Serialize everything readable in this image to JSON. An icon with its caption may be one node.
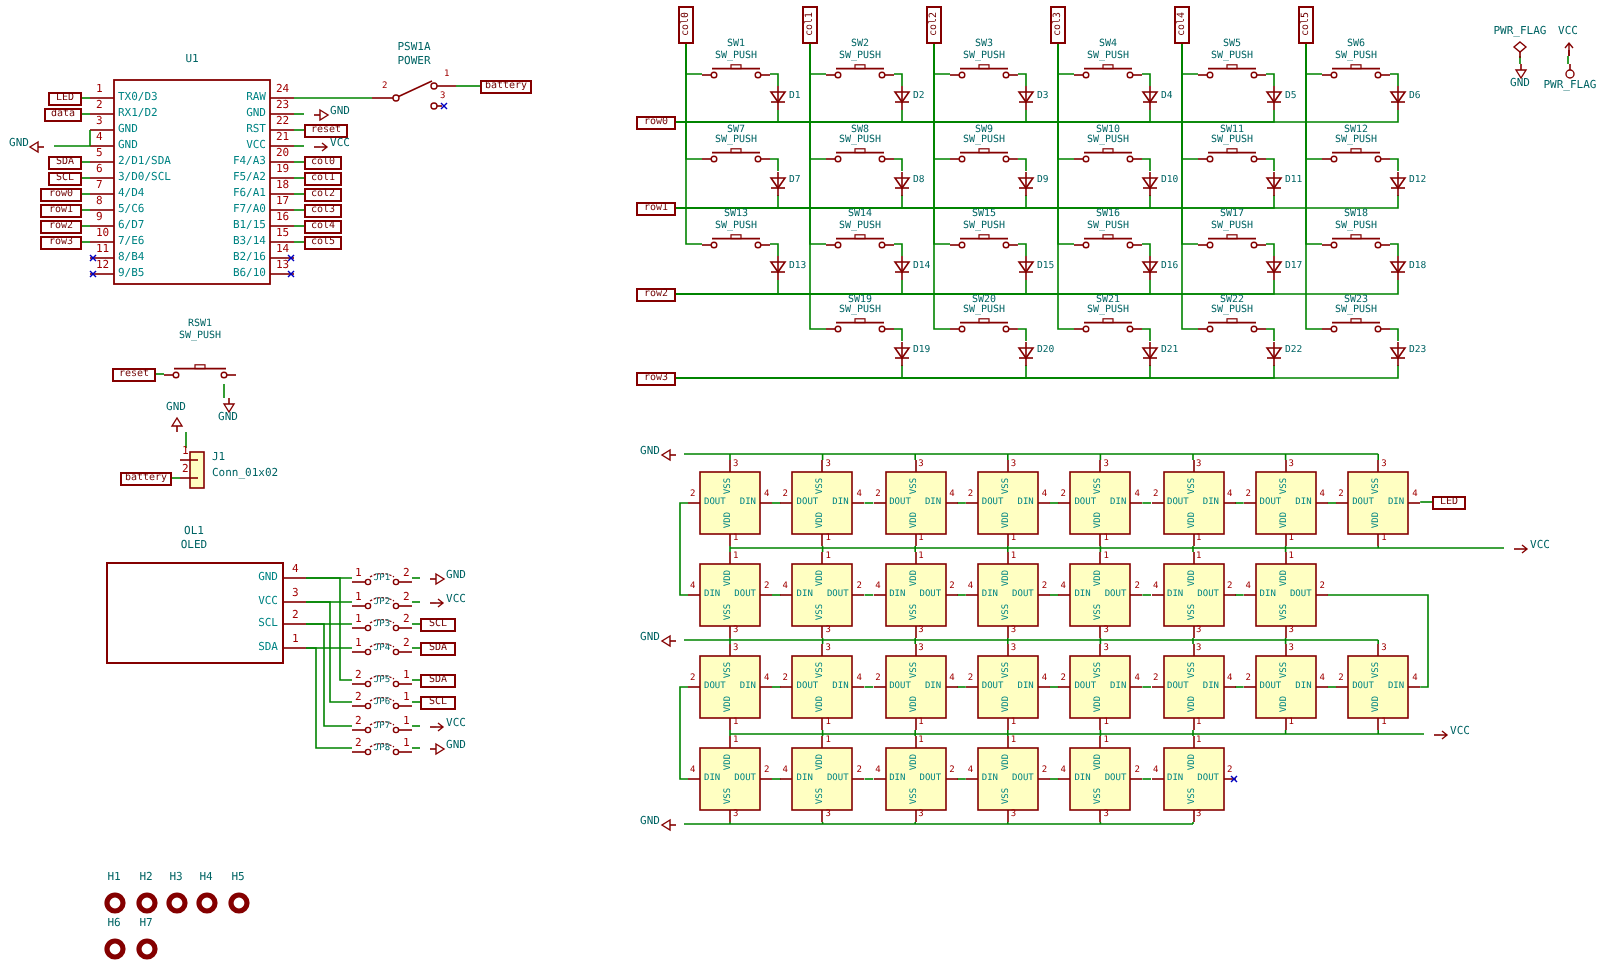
{
  "diagram": {
    "nodes": [
      {
        "text": [
          "U1",
          "TX0/D3",
          "RX1/D2",
          "GND",
          "GND",
          "2/D1/SDA",
          "3/D0/SCL",
          "4/D4",
          "5/C6",
          "6/D7",
          "7/E6",
          "8/B4",
          "9/B5",
          "RAW",
          "GND",
          "RST",
          "VCC",
          "F4/A3",
          "F5/A2",
          "F6/A1",
          "F7/A0",
          "B1/15",
          "B3/14",
          "B2/16",
          "B6/10"
        ],
        "beside": [
          "1",
          "2",
          "3",
          "4",
          "5",
          "6",
          "7",
          "8",
          "9",
          "10",
          "11",
          "12",
          "24",
          "23",
          "22",
          "21",
          "20",
          "19",
          "18",
          "17",
          "16",
          "15",
          "14",
          "13"
        ]
      },
      {
        "text": [
          "LED"
        ]
      },
      {
        "text": [
          "data"
        ]
      },
      {
        "text": [
          "GND"
        ]
      },
      {
        "text": [
          "SDA"
        ]
      },
      {
        "text": [
          "SCL"
        ]
      },
      {
        "text": [
          "row0"
        ]
      },
      {
        "text": [
          "row1"
        ]
      },
      {
        "text": [
          "row2"
        ]
      },
      {
        "text": [
          "row3"
        ]
      },
      {
        "text": [
          "GND"
        ]
      },
      {
        "text": [
          "reset"
        ]
      },
      {
        "text": [
          "VCC"
        ]
      },
      {
        "text": [
          "col0"
        ]
      },
      {
        "text": [
          "col1"
        ]
      },
      {
        "text": [
          "col2"
        ]
      },
      {
        "text": [
          "col3"
        ]
      },
      {
        "text": [
          "col4"
        ]
      },
      {
        "text": [
          "col5"
        ]
      },
      {
        "text": [
          "PSW1A",
          "POWER",
          "2",
          "1",
          "3"
        ]
      },
      {
        "text": [
          "battery"
        ]
      },
      {
        "text": [
          "RSW1",
          "SW_PUSH"
        ]
      },
      {
        "text": [
          "reset"
        ]
      },
      {
        "text": [
          "GND"
        ]
      },
      {
        "text": [
          "J1",
          "Conn_01x02"
        ],
        "beside": [
          "1",
          "2"
        ]
      },
      {
        "text": [
          "GND"
        ]
      },
      {
        "text": [
          "battery"
        ]
      },
      {
        "text": [
          "OL1",
          "OLED",
          "GND",
          "VCC",
          "SCL",
          "SDA"
        ],
        "beside": [
          "4",
          "3",
          "2",
          "1"
        ]
      },
      {
        "text": [
          "JP1"
        ],
        "beside": [
          "1",
          "2"
        ]
      },
      {
        "text": [
          "JP2"
        ],
        "beside": [
          "1",
          "2"
        ]
      },
      {
        "text": [
          "JP3"
        ],
        "beside": [
          "1",
          "2"
        ]
      },
      {
        "text": [
          "JP4"
        ],
        "beside": [
          "1",
          "2"
        ]
      },
      {
        "text": [
          "JP5"
        ],
        "beside": [
          "2",
          "1"
        ]
      },
      {
        "text": [
          "JP6"
        ],
        "beside": [
          "2",
          "1"
        ]
      },
      {
        "text": [
          "JP7"
        ],
        "beside": [
          "2",
          "1"
        ]
      },
      {
        "text": [
          "JP8"
        ],
        "beside": [
          "2",
          "1"
        ]
      },
      {
        "text": [
          "GND"
        ]
      },
      {
        "text": [
          "VCC"
        ]
      },
      {
        "text": [
          "SCL"
        ]
      },
      {
        "text": [
          "SDA"
        ]
      },
      {
        "text": [
          "SDA"
        ]
      },
      {
        "text": [
          "SCL"
        ]
      },
      {
        "text": [
          "VCC"
        ]
      },
      {
        "text": [
          "GND"
        ]
      },
      {
        "text": [
          "H1"
        ]
      },
      {
        "text": [
          "H2"
        ]
      },
      {
        "text": [
          "H3"
        ]
      },
      {
        "text": [
          "H4"
        ]
      },
      {
        "text": [
          "H5"
        ]
      },
      {
        "text": [
          "H6"
        ]
      },
      {
        "text": [
          "H7"
        ]
      },
      {
        "text": [
          "col0"
        ]
      },
      {
        "text": [
          "col1"
        ]
      },
      {
        "text": [
          "col2"
        ]
      },
      {
        "text": [
          "col3"
        ]
      },
      {
        "text": [
          "col4"
        ]
      },
      {
        "text": [
          "col5"
        ]
      },
      {
        "text": [
          "row0"
        ]
      },
      {
        "text": [
          "row1"
        ]
      },
      {
        "text": [
          "row2"
        ]
      },
      {
        "text": [
          "row3"
        ]
      },
      {
        "text": [
          "SW1",
          "SW_PUSH"
        ]
      },
      {
        "text": [
          "SW2",
          "SW_PUSH"
        ]
      },
      {
        "text": [
          "SW3",
          "SW_PUSH"
        ]
      },
      {
        "text": [
          "SW4",
          "SW_PUSH"
        ]
      },
      {
        "text": [
          "SW5",
          "SW_PUSH"
        ]
      },
      {
        "text": [
          "SW6",
          "SW_PUSH"
        ]
      },
      {
        "text": [
          "SW7",
          "SW_PUSH"
        ]
      },
      {
        "text": [
          "SW8",
          "SW_PUSH"
        ]
      },
      {
        "text": [
          "SW9",
          "SW_PUSH"
        ]
      },
      {
        "text": [
          "SW10",
          "SW_PUSH"
        ]
      },
      {
        "text": [
          "SW11",
          "SW_PUSH"
        ]
      },
      {
        "text": [
          "SW12",
          "SW_PUSH"
        ]
      },
      {
        "text": [
          "SW13",
          "SW_PUSH"
        ]
      },
      {
        "text": [
          "SW14",
          "SW_PUSH"
        ]
      },
      {
        "text": [
          "SW15",
          "SW_PUSH"
        ]
      },
      {
        "text": [
          "SW16",
          "SW_PUSH"
        ]
      },
      {
        "text": [
          "SW17",
          "SW_PUSH"
        ]
      },
      {
        "text": [
          "SW18",
          "SW_PUSH"
        ]
      },
      {
        "text": [
          "SW19",
          "SW_PUSH"
        ]
      },
      {
        "text": [
          "SW20",
          "SW_PUSH"
        ]
      },
      {
        "text": [
          "SW21",
          "SW_PUSH"
        ]
      },
      {
        "text": [
          "SW22",
          "SW_PUSH"
        ]
      },
      {
        "text": [
          "SW23",
          "SW_PUSH"
        ]
      },
      {
        "text": [
          "D1"
        ]
      },
      {
        "text": [
          "D2"
        ]
      },
      {
        "text": [
          "D3"
        ]
      },
      {
        "text": [
          "D4"
        ]
      },
      {
        "text": [
          "D5"
        ]
      },
      {
        "text": [
          "D6"
        ]
      },
      {
        "text": [
          "D7"
        ]
      },
      {
        "text": [
          "D8"
        ]
      },
      {
        "text": [
          "D9"
        ]
      },
      {
        "text": [
          "D10"
        ]
      },
      {
        "text": [
          "D11"
        ]
      },
      {
        "text": [
          "D12"
        ]
      },
      {
        "text": [
          "D13"
        ]
      },
      {
        "text": [
          "D14"
        ]
      },
      {
        "text": [
          "D15"
        ]
      },
      {
        "text": [
          "D16"
        ]
      },
      {
        "text": [
          "D17"
        ]
      },
      {
        "text": [
          "D18"
        ]
      },
      {
        "text": [
          "D19"
        ]
      },
      {
        "text": [
          "D20"
        ]
      },
      {
        "text": [
          "D21"
        ]
      },
      {
        "text": [
          "D22"
        ]
      },
      {
        "text": [
          "D23"
        ]
      },
      {
        "text": [
          "PWR_FLAG"
        ]
      },
      {
        "text": [
          "GND"
        ]
      },
      {
        "text": [
          "VCC"
        ]
      },
      {
        "text": [
          "PWR_FLAG"
        ]
      },
      {
        "text": [
          "GND"
        ]
      },
      {
        "text": [
          "GND"
        ]
      },
      {
        "text": [
          "GND"
        ]
      },
      {
        "text": [
          "VCC"
        ]
      },
      {
        "text": [
          "VCC"
        ]
      },
      {
        "text": [
          "LED"
        ]
      },
      {
        "text": [
          "DOUT",
          "DIN",
          "VSS",
          "VDD"
        ],
        "beside": [
          "2",
          "4",
          "3",
          "1"
        ]
      },
      {
        "text": [
          "DOUT",
          "DIN",
          "VSS",
          "VDD"
        ],
        "beside": [
          "2",
          "4",
          "3",
          "1"
        ]
      },
      {
        "text": [
          "DOUT",
          "DIN",
          "VSS",
          "VDD"
        ],
        "beside": [
          "2",
          "4",
          "3",
          "1"
        ]
      },
      {
        "text": [
          "DOUT",
          "DIN",
          "VSS",
          "VDD"
        ],
        "beside": [
          "2",
          "4",
          "3",
          "1"
        ]
      },
      {
        "text": [
          "DOUT",
          "DIN",
          "VSS",
          "VDD"
        ],
        "beside": [
          "2",
          "4",
          "3",
          "1"
        ]
      },
      {
        "text": [
          "DOUT",
          "DIN",
          "VSS",
          "VDD"
        ],
        "beside": [
          "2",
          "4",
          "3",
          "1"
        ]
      },
      {
        "text": [
          "DOUT",
          "DIN",
          "VSS",
          "VDD"
        ],
        "beside": [
          "2",
          "4",
          "3",
          "1"
        ]
      },
      {
        "text": [
          "DOUT",
          "DIN",
          "VSS",
          "VDD"
        ],
        "beside": [
          "2",
          "4",
          "3",
          "1"
        ]
      },
      {
        "text": [
          "DIN",
          "DOUT",
          "VDD",
          "VSS"
        ],
        "beside": [
          "4",
          "2",
          "1",
          "3"
        ]
      },
      {
        "text": [
          "DIN",
          "DOUT",
          "VDD",
          "VSS"
        ],
        "beside": [
          "4",
          "2",
          "1",
          "3"
        ]
      },
      {
        "text": [
          "DIN",
          "DOUT",
          "VDD",
          "VSS"
        ],
        "beside": [
          "4",
          "2",
          "1",
          "3"
        ]
      },
      {
        "text": [
          "DIN",
          "DOUT",
          "VDD",
          "VSS"
        ],
        "beside": [
          "4",
          "2",
          "1",
          "3"
        ]
      },
      {
        "text": [
          "DIN",
          "DOUT",
          "VDD",
          "VSS"
        ],
        "beside": [
          "4",
          "2",
          "1",
          "3"
        ]
      },
      {
        "text": [
          "DIN",
          "DOUT",
          "VDD",
          "VSS"
        ],
        "beside": [
          "4",
          "2",
          "1",
          "3"
        ]
      },
      {
        "text": [
          "DIN",
          "DOUT",
          "VDD",
          "VSS"
        ],
        "beside": [
          "4",
          "2",
          "1",
          "3"
        ]
      },
      {
        "text": [
          "DOUT",
          "DIN",
          "VSS",
          "VDD"
        ],
        "beside": [
          "2",
          "4",
          "3",
          "1"
        ]
      },
      {
        "text": [
          "DOUT",
          "DIN",
          "VSS",
          "VDD"
        ],
        "beside": [
          "2",
          "4",
          "3",
          "1"
        ]
      },
      {
        "text": [
          "DOUT",
          "DIN",
          "VSS",
          "VDD"
        ],
        "beside": [
          "2",
          "4",
          "3",
          "1"
        ]
      },
      {
        "text": [
          "DOUT",
          "DIN",
          "VSS",
          "VDD"
        ],
        "beside": [
          "2",
          "4",
          "3",
          "1"
        ]
      },
      {
        "text": [
          "DOUT",
          "DIN",
          "VSS",
          "VDD"
        ],
        "beside": [
          "2",
          "4",
          "3",
          "1"
        ]
      },
      {
        "text": [
          "DOUT",
          "DIN",
          "VSS",
          "VDD"
        ],
        "beside": [
          "2",
          "4",
          "3",
          "1"
        ]
      },
      {
        "text": [
          "DOUT",
          "DIN",
          "VSS",
          "VDD"
        ],
        "beside": [
          "2",
          "4",
          "3",
          "1"
        ]
      },
      {
        "text": [
          "DOUT",
          "DIN",
          "VSS",
          "VDD"
        ],
        "beside": [
          "2",
          "4",
          "3",
          "1"
        ]
      },
      {
        "text": [
          "DIN",
          "DOUT",
          "VDD",
          "VSS"
        ],
        "beside": [
          "4",
          "2",
          "1",
          "3"
        ]
      },
      {
        "text": [
          "DIN",
          "DOUT",
          "VDD",
          "VSS"
        ],
        "beside": [
          "4",
          "2",
          "1",
          "3"
        ]
      },
      {
        "text": [
          "DIN",
          "DOUT",
          "VDD",
          "VSS"
        ],
        "beside": [
          "4",
          "2",
          "1",
          "3"
        ]
      },
      {
        "text": [
          "DIN",
          "DOUT",
          "VDD",
          "VSS"
        ],
        "beside": [
          "4",
          "2",
          "1",
          "3"
        ]
      },
      {
        "text": [
          "DIN",
          "DOUT",
          "VDD",
          "VSS"
        ],
        "beside": [
          "4",
          "2",
          "1",
          "3"
        ]
      },
      {
        "text": [
          "DIN",
          "DOUT",
          "VDD",
          "VSS"
        ],
        "beside": [
          "4",
          "2",
          "1",
          "3"
        ]
      }
    ],
    "edges": [
      {
        "from": 0,
        "to": 1,
        "arrow": "none"
      },
      {
        "from": 0,
        "to": 2,
        "arrow": "none"
      },
      {
        "from": 0,
        "to": 3,
        "arrow": "none"
      },
      {
        "from": 0,
        "to": 4,
        "arrow": "none"
      },
      {
        "from": 0,
        "to": 5,
        "arrow": "none"
      },
      {
        "from": 0,
        "to": 6,
        "arrow": "none"
      },
      {
        "from": 0,
        "to": 7,
        "arrow": "none"
      },
      {
        "from": 0,
        "to": 8,
        "arrow": "none"
      },
      {
        "from": 0,
        "to": 9,
        "arrow": "none"
      },
      {
        "from": 0,
        "to": 10,
        "arrow": "none"
      },
      {
        "from": 0,
        "to": 11,
        "arrow": "none"
      },
      {
        "from": 0,
        "to": 12,
        "arrow": "none"
      },
      {
        "from": 0,
        "to": 13,
        "arrow": "none"
      },
      {
        "from": 0,
        "to": 14,
        "arrow": "none"
      },
      {
        "from": 0,
        "to": 15,
        "arrow": "none"
      },
      {
        "from": 0,
        "to": 16,
        "arrow": "none"
      },
      {
        "from": 0,
        "to": 17,
        "arrow": "none"
      },
      {
        "from": 0,
        "to": 18,
        "arrow": "none"
      },
      {
        "from": 0,
        "to": 19,
        "arrow": "none"
      },
      {
        "from": 19,
        "to": 20,
        "arrow": "none"
      },
      {
        "from": 22,
        "to": 21,
        "arrow": "none"
      },
      {
        "from": 21,
        "to": 23,
        "arrow": "none"
      },
      {
        "from": 25,
        "to": 24,
        "arrow": "none"
      },
      {
        "from": 26,
        "to": 24,
        "arrow": "none"
      },
      {
        "from": 27,
        "to": 28,
        "arrow": "none"
      },
      {
        "from": 27,
        "to": 29,
        "arrow": "none"
      },
      {
        "from": 27,
        "to": 30,
        "arrow": "none"
      },
      {
        "from": 27,
        "to": 31,
        "arrow": "none"
      },
      {
        "from": 27,
        "to": 32,
        "arrow": "none"
      },
      {
        "from": 27,
        "to": 33,
        "arrow": "none"
      },
      {
        "from": 27,
        "to": 34,
        "arrow": "none"
      },
      {
        "from": 27,
        "to": 35,
        "arrow": "none"
      },
      {
        "from": 28,
        "to": 36,
        "arrow": "none"
      },
      {
        "from": 29,
        "to": 37,
        "arrow": "none"
      },
      {
        "from": 30,
        "to": 38,
        "arrow": "none"
      },
      {
        "from": 31,
        "to": 39,
        "arrow": "none"
      },
      {
        "from": 32,
        "to": 40,
        "arrow": "none"
      },
      {
        "from": 33,
        "to": 41,
        "arrow": "none"
      },
      {
        "from": 34,
        "to": 42,
        "arrow": "none"
      },
      {
        "from": 35,
        "to": 43,
        "arrow": "none"
      },
      {
        "from": 61,
        "to": 84,
        "arrow": "none"
      },
      {
        "from": 62,
        "to": 85,
        "arrow": "none"
      },
      {
        "from": 63,
        "to": 86,
        "arrow": "none"
      },
      {
        "from": 64,
        "to": 87,
        "arrow": "none"
      },
      {
        "from": 65,
        "to": 88,
        "arrow": "none"
      },
      {
        "from": 66,
        "to": 89,
        "arrow": "none"
      },
      {
        "from": 67,
        "to": 90,
        "arrow": "none"
      },
      {
        "from": 68,
        "to": 91,
        "arrow": "none"
      },
      {
        "from": 69,
        "to": 92,
        "arrow": "none"
      },
      {
        "from": 70,
        "to": 93,
        "arrow": "none"
      },
      {
        "from": 71,
        "to": 94,
        "arrow": "none"
      },
      {
        "from": 72,
        "to": 95,
        "arrow": "none"
      },
      {
        "from": 73,
        "to": 96,
        "arrow": "none"
      },
      {
        "from": 74,
        "to": 97,
        "arrow": "none"
      },
      {
        "from": 75,
        "to": 98,
        "arrow": "none"
      },
      {
        "from": 76,
        "to": 99,
        "arrow": "none"
      },
      {
        "from": 77,
        "to": 100,
        "arrow": "none"
      },
      {
        "from": 78,
        "to": 101,
        "arrow": "none"
      },
      {
        "from": 79,
        "to": 102,
        "arrow": "none"
      },
      {
        "from": 80,
        "to": 103,
        "arrow": "none"
      },
      {
        "from": 81,
        "to": 104,
        "arrow": "none"
      },
      {
        "from": 82,
        "to": 105,
        "arrow": "none"
      },
      {
        "from": 83,
        "to": 106,
        "arrow": "none"
      },
      {
        "from": 51,
        "to": 61,
        "arrow": "none"
      },
      {
        "from": 51,
        "to": 67,
        "arrow": "none"
      },
      {
        "from": 51,
        "to": 73,
        "arrow": "none"
      },
      {
        "from": 52,
        "to": 62,
        "arrow": "none"
      },
      {
        "from": 52,
        "to": 68,
        "arrow": "none"
      },
      {
        "from": 52,
        "to": 74,
        "arrow": "none"
      },
      {
        "from": 52,
        "to": 79,
        "arrow": "none"
      },
      {
        "from": 53,
        "to": 63,
        "arrow": "none"
      },
      {
        "from": 53,
        "to": 69,
        "arrow": "none"
      },
      {
        "from": 53,
        "to": 75,
        "arrow": "none"
      },
      {
        "from": 53,
        "to": 80,
        "arrow": "none"
      },
      {
        "from": 54,
        "to": 64,
        "arrow": "none"
      },
      {
        "from": 54,
        "to": 70,
        "arrow": "none"
      },
      {
        "from": 54,
        "to": 76,
        "arrow": "none"
      },
      {
        "from": 54,
        "to": 81,
        "arrow": "none"
      },
      {
        "from": 55,
        "to": 65,
        "arrow": "none"
      },
      {
        "from": 55,
        "to": 71,
        "arrow": "none"
      },
      {
        "from": 55,
        "to": 77,
        "arrow": "none"
      },
      {
        "from": 55,
        "to": 82,
        "arrow": "none"
      },
      {
        "from": 56,
        "to": 66,
        "arrow": "none"
      },
      {
        "from": 56,
        "to": 72,
        "arrow": "none"
      },
      {
        "from": 56,
        "to": 78,
        "arrow": "none"
      },
      {
        "from": 56,
        "to": 83,
        "arrow": "none"
      },
      {
        "from": 84,
        "to": 57,
        "arrow": "none"
      },
      {
        "from": 85,
        "to": 57,
        "arrow": "none"
      },
      {
        "from": 86,
        "to": 57,
        "arrow": "none"
      },
      {
        "from": 87,
        "to": 57,
        "arrow": "none"
      },
      {
        "from": 88,
        "to": 57,
        "arrow": "none"
      },
      {
        "from": 89,
        "to": 57,
        "arrow": "none"
      },
      {
        "from": 90,
        "to": 58,
        "arrow": "none"
      },
      {
        "from": 91,
        "to": 58,
        "arrow": "none"
      },
      {
        "from": 92,
        "to": 58,
        "arrow": "none"
      },
      {
        "from": 93,
        "to": 58,
        "arrow": "none"
      },
      {
        "from": 94,
        "to": 58,
        "arrow": "none"
      },
      {
        "from": 95,
        "to": 58,
        "arrow": "none"
      },
      {
        "from": 96,
        "to": 59,
        "arrow": "none"
      },
      {
        "from": 97,
        "to": 59,
        "arrow": "none"
      },
      {
        "from": 98,
        "to": 59,
        "arrow": "none"
      },
      {
        "from": 99,
        "to": 59,
        "arrow": "none"
      },
      {
        "from": 100,
        "to": 59,
        "arrow": "none"
      },
      {
        "from": 101,
        "to": 59,
        "arrow": "none"
      },
      {
        "from": 102,
        "to": 60,
        "arrow": "none"
      },
      {
        "from": 103,
        "to": 60,
        "arrow": "none"
      },
      {
        "from": 104,
        "to": 60,
        "arrow": "none"
      },
      {
        "from": 105,
        "to": 60,
        "arrow": "none"
      },
      {
        "from": 106,
        "to": 60,
        "arrow": "none"
      },
      {
        "from": 107,
        "to": 108,
        "arrow": "none"
      },
      {
        "from": 110,
        "to": 109,
        "arrow": "none"
      },
      {
        "from": 116,
        "to": 124,
        "arrow": "none"
      },
      {
        "from": 124,
        "to": 123,
        "arrow": "none"
      },
      {
        "from": 123,
        "to": 122,
        "arrow": "none"
      },
      {
        "from": 122,
        "to": 121,
        "arrow": "none"
      },
      {
        "from": 121,
        "to": 120,
        "arrow": "none"
      },
      {
        "from": 120,
        "to": 119,
        "arrow": "none"
      },
      {
        "from": 119,
        "to": 118,
        "arrow": "none"
      },
      {
        "from": 118,
        "to": 117,
        "arrow": "none"
      },
      {
        "from": 117,
        "to": 125,
        "arrow": "none"
      },
      {
        "from": 125,
        "to": 126,
        "arrow": "none"
      },
      {
        "from": 126,
        "to": 127,
        "arrow": "none"
      },
      {
        "from": 127,
        "to": 128,
        "arrow": "none"
      },
      {
        "from": 128,
        "to": 129,
        "arrow": "none"
      },
      {
        "from": 129,
        "to": 130,
        "arrow": "none"
      },
      {
        "from": 130,
        "to": 131,
        "arrow": "none"
      },
      {
        "from": 131,
        "to": 139,
        "arrow": "none"
      },
      {
        "from": 139,
        "to": 138,
        "arrow": "none"
      },
      {
        "from": 138,
        "to": 137,
        "arrow": "none"
      },
      {
        "from": 137,
        "to": 136,
        "arrow": "none"
      },
      {
        "from": 136,
        "to": 135,
        "arrow": "none"
      },
      {
        "from": 135,
        "to": 134,
        "arrow": "none"
      },
      {
        "from": 134,
        "to": 133,
        "arrow": "none"
      },
      {
        "from": 133,
        "to": 132,
        "arrow": "none"
      },
      {
        "from": 132,
        "to": 140,
        "arrow": "none"
      },
      {
        "from": 140,
        "to": 141,
        "arrow": "none"
      },
      {
        "from": 141,
        "to": 142,
        "arrow": "none"
      },
      {
        "from": 142,
        "to": 143,
        "arrow": "none"
      },
      {
        "from": 143,
        "to": 144,
        "arrow": "none"
      },
      {
        "from": 144,
        "to": 145,
        "arrow": "none"
      }
    ]
  }
}
